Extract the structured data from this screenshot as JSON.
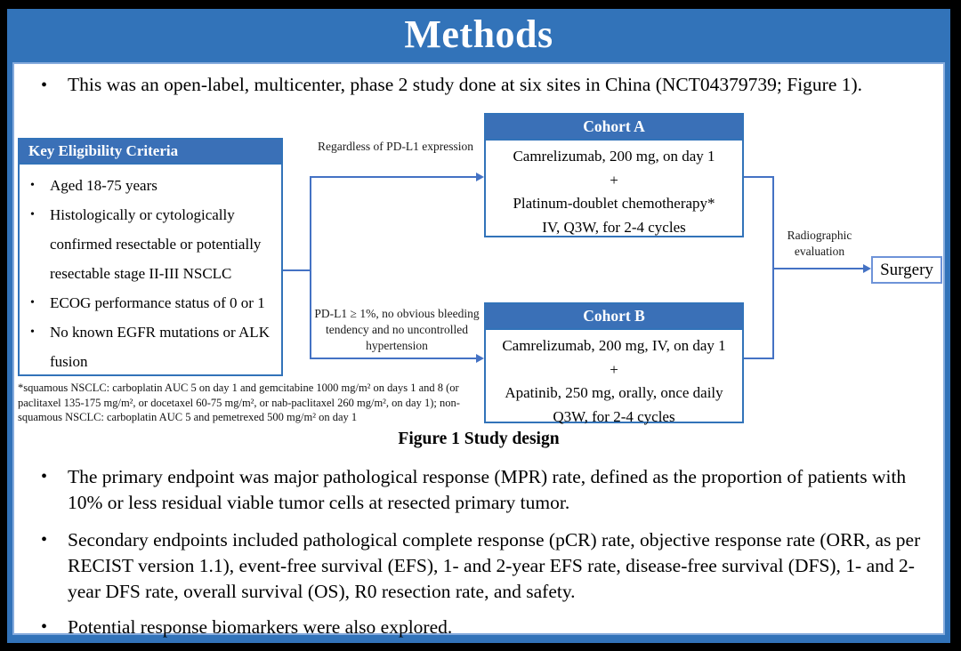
{
  "slide": {
    "title": "Methods",
    "intro_bullet": "This was an open-label, multicenter, phase 2 study done at six sites in China (NCT04379739; Figure 1).",
    "colors": {
      "frame_blue": "#3273B9",
      "header_blue": "#3A70B7",
      "line_blue": "#4472C4",
      "light_border": "#86ABDD",
      "surgery_border": "#6E93D8",
      "title_text": "#FFFFFF",
      "body_text": "#000000"
    }
  },
  "figure": {
    "eligibility": {
      "header": "Key Eligibility Criteria",
      "items": [
        "Aged 18-75 years",
        "Histologically or cytologically confirmed resectable or potentially resectable stage II-III NSCLC",
        "ECOG performance status of 0 or 1",
        "No known EGFR mutations or ALK fusion"
      ]
    },
    "branch_labels": {
      "top": "Regardless of PD-L1 expression",
      "bottom": "PD-L1 ≥ 1%, no obvious bleeding tendency and no uncontrolled hypertension"
    },
    "cohort_a": {
      "header": "Cohort A",
      "lines": [
        "Camrelizumab, 200 mg, on day 1",
        "+",
        "Platinum-doublet chemotherapy*",
        "IV, Q3W, for 2-4 cycles"
      ]
    },
    "cohort_b": {
      "header": "Cohort B",
      "lines": [
        "Camrelizumab, 200 mg, IV, on day 1",
        "+",
        "Apatinib, 250 mg, orally, once daily",
        "Q3W, for 2-4 cycles"
      ]
    },
    "evaluation_label": "Radiographic evaluation",
    "surgery_label": "Surgery",
    "footnote": "*squamous NSCLC: carboplatin AUC 5 on day 1 and gemcitabine 1000 mg/m² on days 1 and 8 (or paclitaxel 135-175 mg/m², or docetaxel 60-75 mg/m², or nab-paclitaxel 260 mg/m², on day 1); non-squamous NSCLC: carboplatin AUC 5 and pemetrexed 500 mg/m² on day 1",
    "caption": "Figure 1 Study design"
  },
  "bullets": {
    "primary": "The primary endpoint was major pathological response (MPR) rate, defined as the proportion of patients with 10% or less residual viable tumor cells at resected primary tumor.",
    "secondary": "Secondary endpoints included pathological complete response (pCR) rate, objective response rate (ORR, as per RECIST version 1.1), event-free survival (EFS), 1- and 2-year EFS rate, disease-free survival (DFS), 1- and 2-year DFS rate, overall survival (OS), R0 resection rate, and safety.",
    "biomarkers": "Potential response biomarkers were also explored.",
    "marker": "•"
  }
}
